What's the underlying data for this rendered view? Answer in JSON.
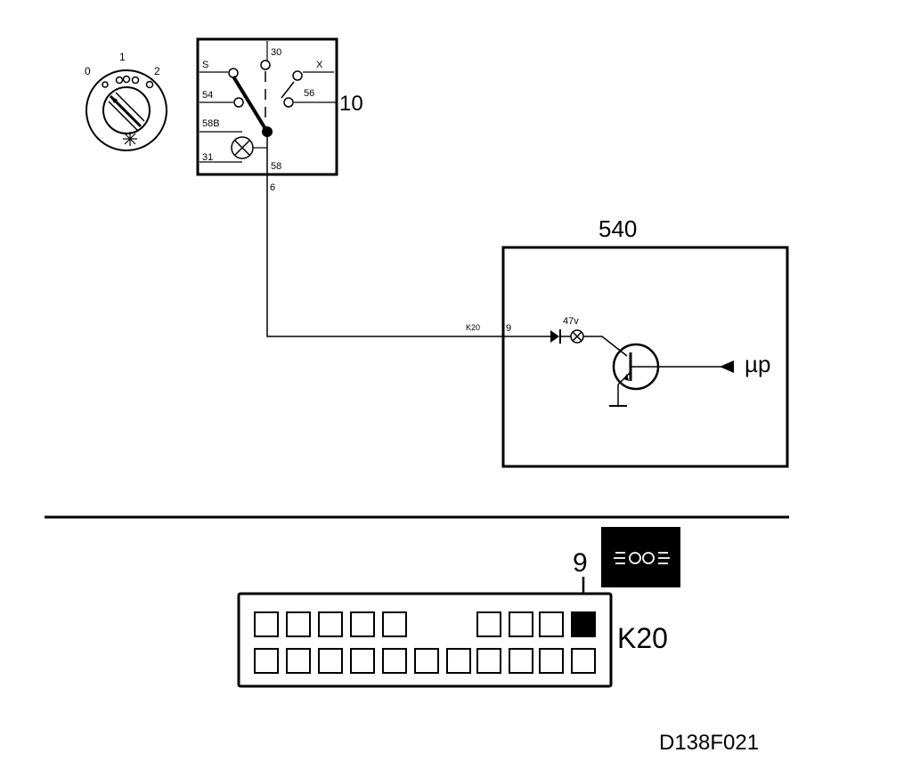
{
  "switch": {
    "positions": [
      "0",
      "1",
      "2"
    ],
    "ref": "10",
    "terminals": {
      "t30": "30",
      "s": "S",
      "x": "X",
      "t54": "54",
      "t56": "56",
      "t58b": "58B",
      "t31": "31",
      "t58": "58"
    },
    "wire_label": "6"
  },
  "module": {
    "ref": "540",
    "connector": "K20",
    "pin": "9",
    "lamp_label": "47v",
    "mcu_label": "µp"
  },
  "connector_view": {
    "pin": "9",
    "name": "K20",
    "top_row_slots": 9,
    "bottom_row_slots": 11,
    "highlighted_slot": 9,
    "indicator_icon": "headlamp-icon"
  },
  "diagram_id": "D138F021",
  "colors": {
    "line": "#000000",
    "background": "#ffffff",
    "indicator_bg": "#000000",
    "indicator_fg": "#ffffff"
  }
}
